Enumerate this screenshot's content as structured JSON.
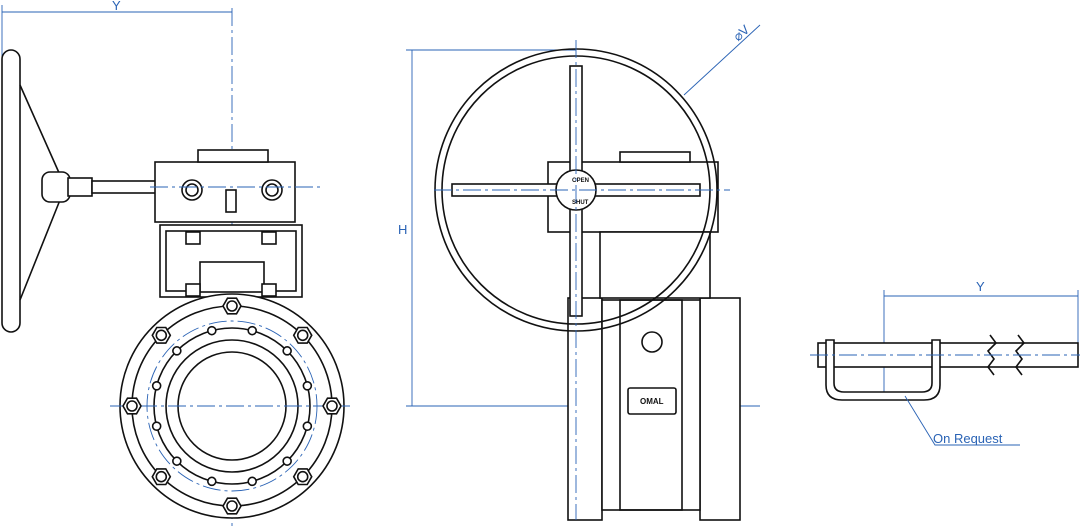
{
  "labels": {
    "y_left": "Y",
    "diameter_v": "⌀V",
    "height_h": "H",
    "y_right": "Y",
    "on_request": "On Request",
    "indicator_open": "OPEN",
    "indicator_shut": "SHUT",
    "brand_plate": "OMAL"
  },
  "colors": {
    "dimension": "#2a63b5",
    "outline": "#111111"
  }
}
